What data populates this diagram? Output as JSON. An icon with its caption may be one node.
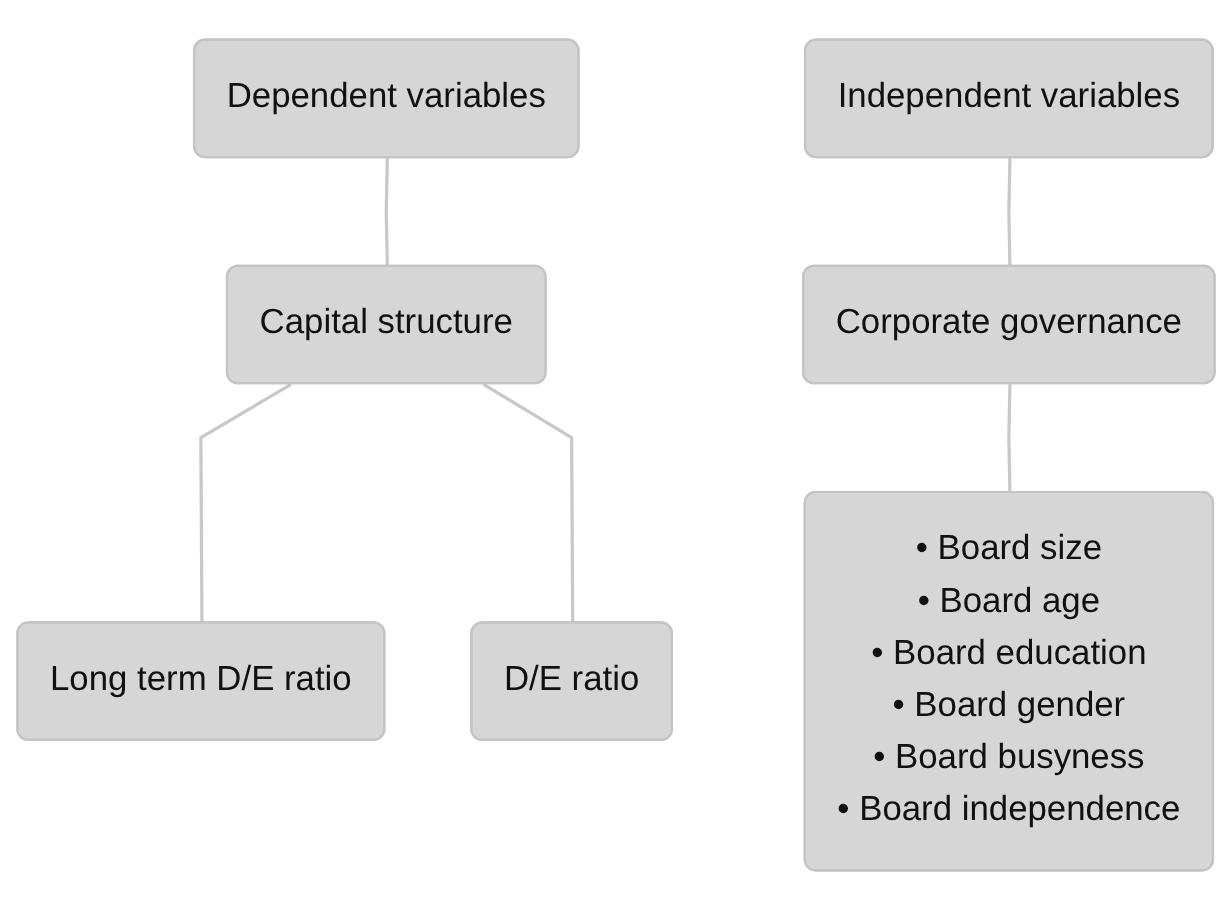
{
  "diagram": {
    "nodes": [
      {
        "text": [
          "Dependent variables"
        ]
      },
      {
        "text": [
          "Capital structure"
        ]
      },
      {
        "text": [
          "Long term D/E ratio"
        ]
      },
      {
        "text": [
          "D/E ratio"
        ]
      },
      {
        "text": [
          "Independent variables"
        ]
      },
      {
        "text": [
          "Corporate governance"
        ]
      },
      {
        "text": [
          "• Board size",
          "• Board age",
          "• Board education",
          "• Board gender",
          "• Board busyness",
          "• Board independence"
        ]
      }
    ],
    "edges": [
      {
        "from": 0,
        "to": 1,
        "arrow": "none"
      },
      {
        "from": 1,
        "to": 2,
        "arrow": "none"
      },
      {
        "from": 1,
        "to": 3,
        "arrow": "none"
      },
      {
        "from": 4,
        "to": 5,
        "arrow": "none"
      },
      {
        "from": 5,
        "to": 6,
        "arrow": "none"
      }
    ]
  }
}
